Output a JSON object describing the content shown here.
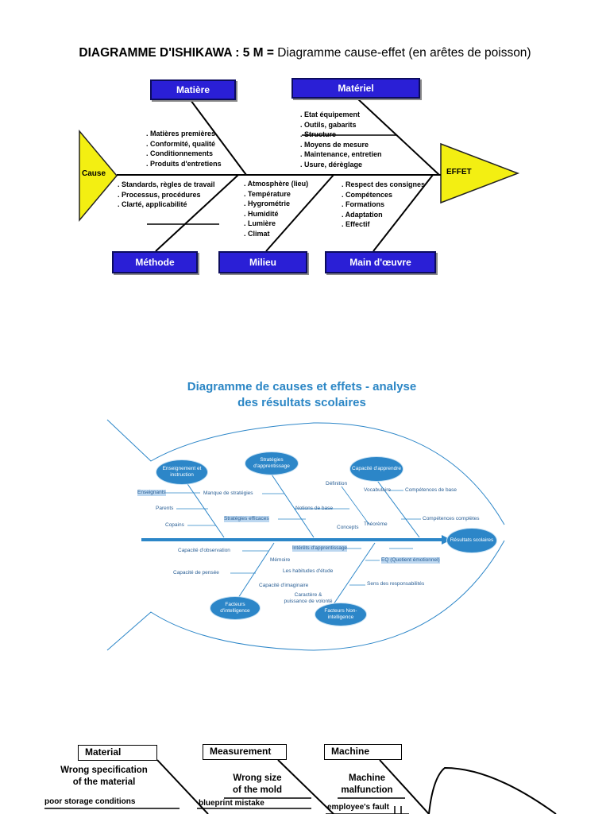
{
  "diagram1": {
    "title_bold": "DIAGRAMME D'ISHIKAWA : 5 M =",
    "title_rest": " Diagramme cause-effet (en arêtes de poisson)",
    "cause_label": "Cause",
    "effet_label": "EFFET",
    "boxes": {
      "matiere": "Matière",
      "materiel": "Matériel",
      "methode": "Méthode",
      "milieu": "Milieu",
      "main_oeuvre": "Main d'œuvre"
    },
    "matiere_items": [
      ". Matières premières",
      ". Conformité, qualité",
      ". Conditionnements",
      ". Produits d'entretiens"
    ],
    "materiel_items": [
      ". Etat équipement",
      ". Outils, gabarits",
      ". Structure",
      ". Moyens de mesure",
      ". Maintenance, entretien",
      ". Usure, dérèglage"
    ],
    "methode_items": [
      ". Standards, règles de travail",
      ". Processus, procédures",
      ". Clarté, applicabilité"
    ],
    "milieu_items": [
      ". Atmosphère (lieu)",
      ". Température",
      ". Hygrométrie",
      ". Humidité",
      ". Lumière",
      ". Climat"
    ],
    "main_items": [
      ". Respect des consignes",
      ". Compétences",
      ". Formations",
      ". Adaptation",
      ". Effectif"
    ]
  },
  "diagram2": {
    "title_line1": "Diagramme de causes et effets - analyse",
    "title_line2": "des résultats scolaires",
    "nodes": {
      "enseignement": "Enseignement et instruction",
      "strategies": "Stratégies d'apprentissage",
      "capacite": "Capacité d'apprendre",
      "resultats": "Résultats scolaires",
      "facteurs_intel": "Facteurs d'intelligence",
      "facteurs_non": "Facteurs Non-intelligence"
    },
    "labels": {
      "enseignants": "Enseignants",
      "parents": "Parents",
      "copains": "Copains",
      "manque": "Manque de stratégies",
      "efficaces": "Stratégies efficaces",
      "notions": "Notions de base",
      "definition": "Définition",
      "vocabulaire": "Vocabulaire",
      "competences_base": "Compétences de base",
      "competences_completes": "Compétences complètes",
      "concepts": "Concepts",
      "theoreme": "Théorème",
      "interets": "Intérêts d'apprentissage",
      "observation": "Capacité d'observation",
      "memoire": "Mémoire",
      "pensee": "Capacité de pensée",
      "habitudes": "Les habitudes d'étude",
      "imaginaire": "Capacité d'imaginaire",
      "eq": "EQ (Quotient émotionnel)",
      "responsabilites": "Sens des responsabilités",
      "caractere1": "Caractère &",
      "caractere2": "puissance de volonté"
    }
  },
  "diagram3": {
    "boxes": {
      "material": "Material",
      "measurement": "Measurement",
      "machine": "Machine"
    },
    "wrong_spec_1": "Wrong specification",
    "wrong_spec_2": "of the material",
    "poor_storage": "poor storage conditions",
    "wrong_size_1": "Wrong size",
    "wrong_size_2": "of the mold",
    "blueprint": "blueprint mistake",
    "machine_malf_1": "Machine",
    "machine_malf_2": "malfunction",
    "employee_fault": "employee's fault"
  },
  "colors": {
    "d1_box_blue": "#2a1fd6",
    "d1_triangle_yellow": "#f3ef12",
    "d2_blue": "#2c86c8",
    "d2_title": "#2b86c5"
  }
}
